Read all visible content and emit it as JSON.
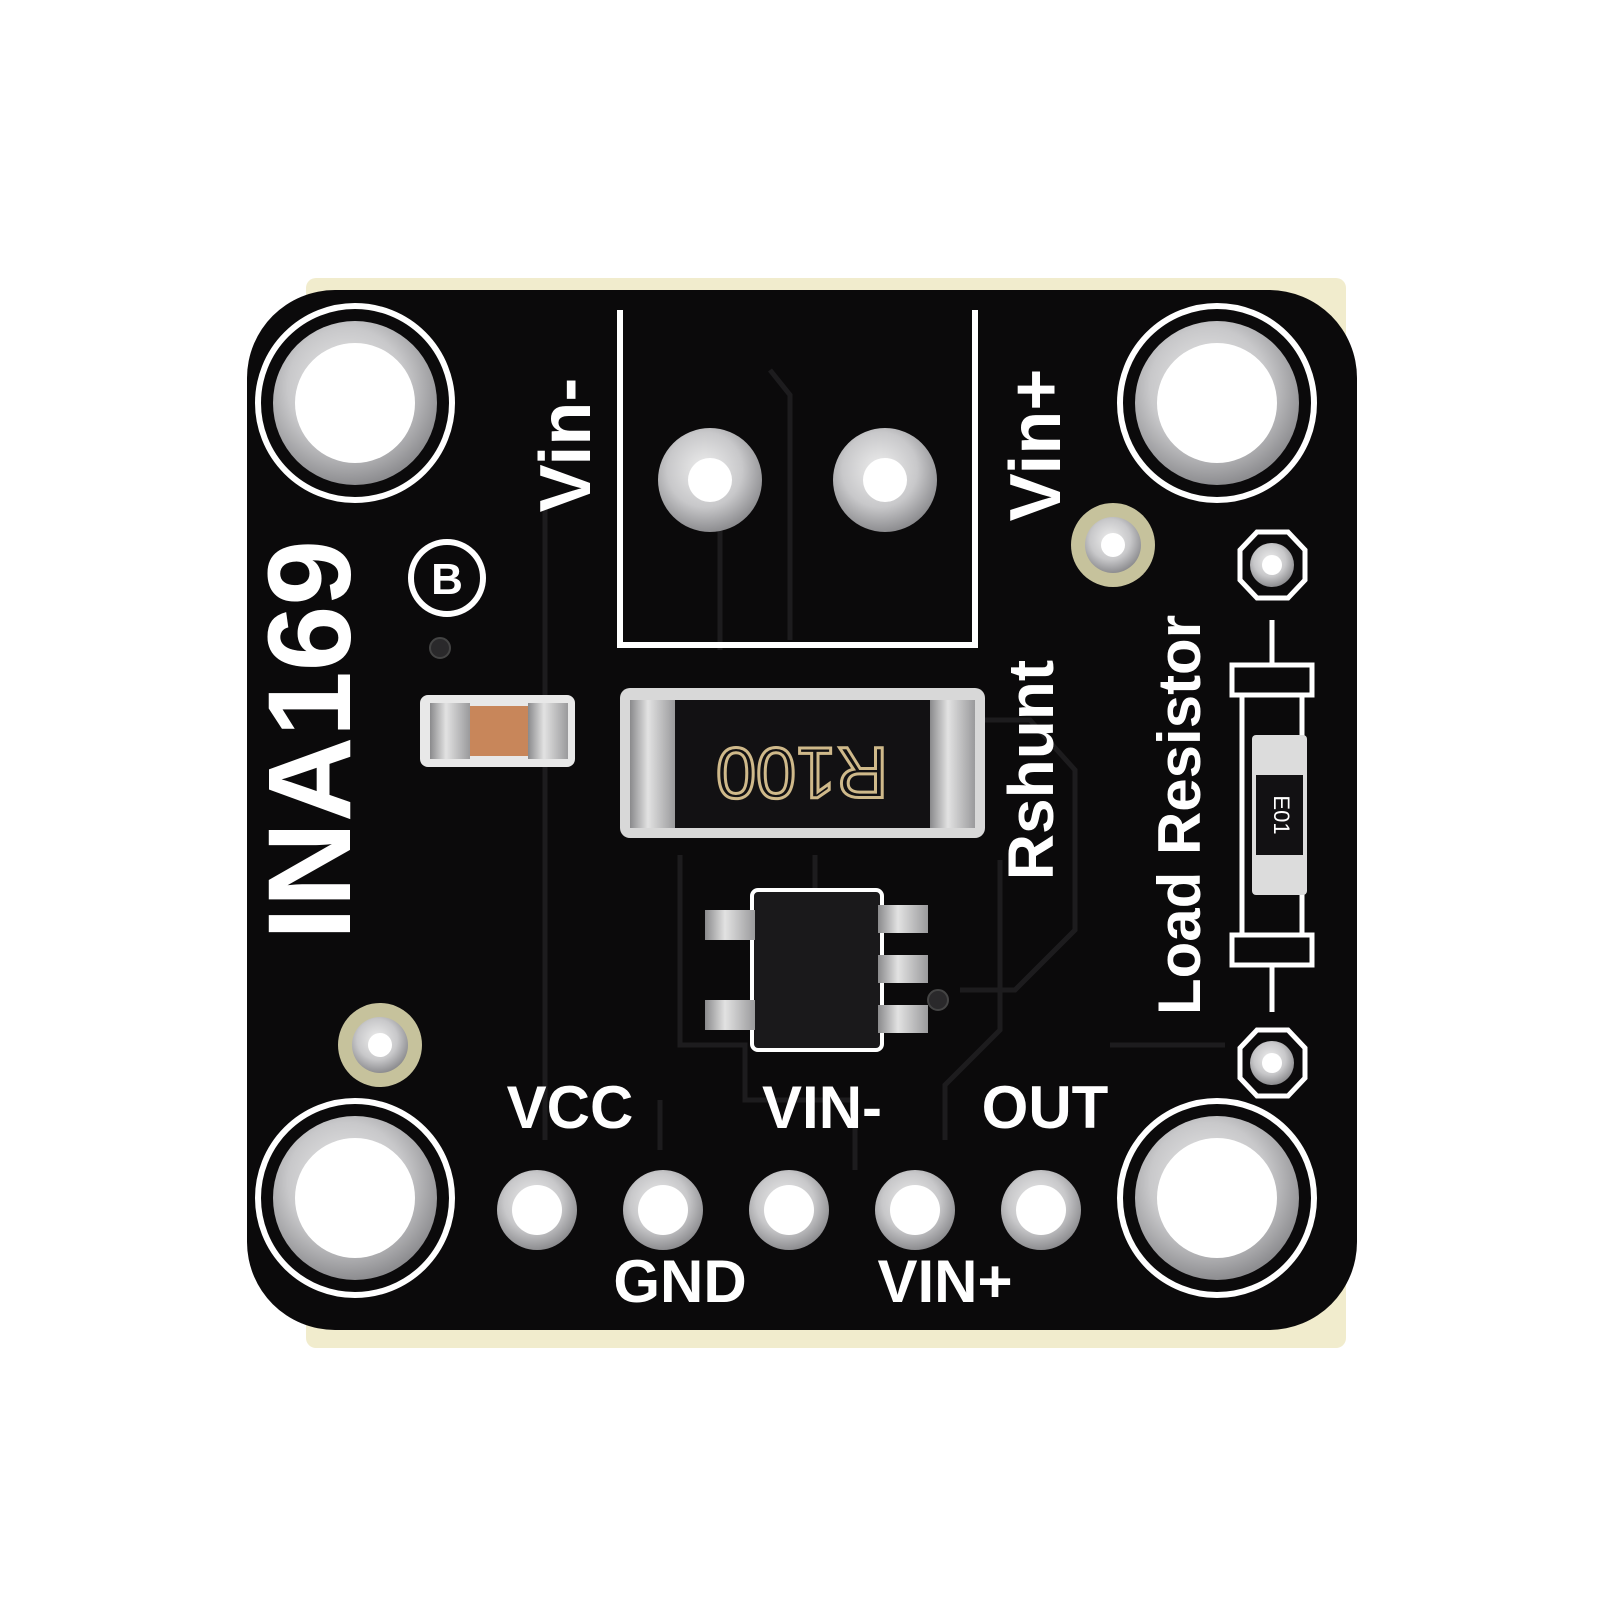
{
  "board": {
    "title": "INA169",
    "logo_letter": "B",
    "terminal_left_label": "Vin-",
    "terminal_right_label": "Vin+",
    "shunt_label": "Rshunt",
    "shunt_marking": "R100",
    "load_label": "Load Resistor",
    "load_marking": "E01"
  },
  "header_pins": {
    "top_labels": [
      "VCC",
      "VIN-",
      "OUT"
    ],
    "bottom_labels": [
      "GND",
      "VIN+"
    ]
  },
  "colors": {
    "pcb": "#0b0a0b",
    "silkscreen": "#ffffff",
    "pad": "#c9c9cb",
    "capacitor": "#c8865a",
    "board_edge": "#f1eccd"
  }
}
